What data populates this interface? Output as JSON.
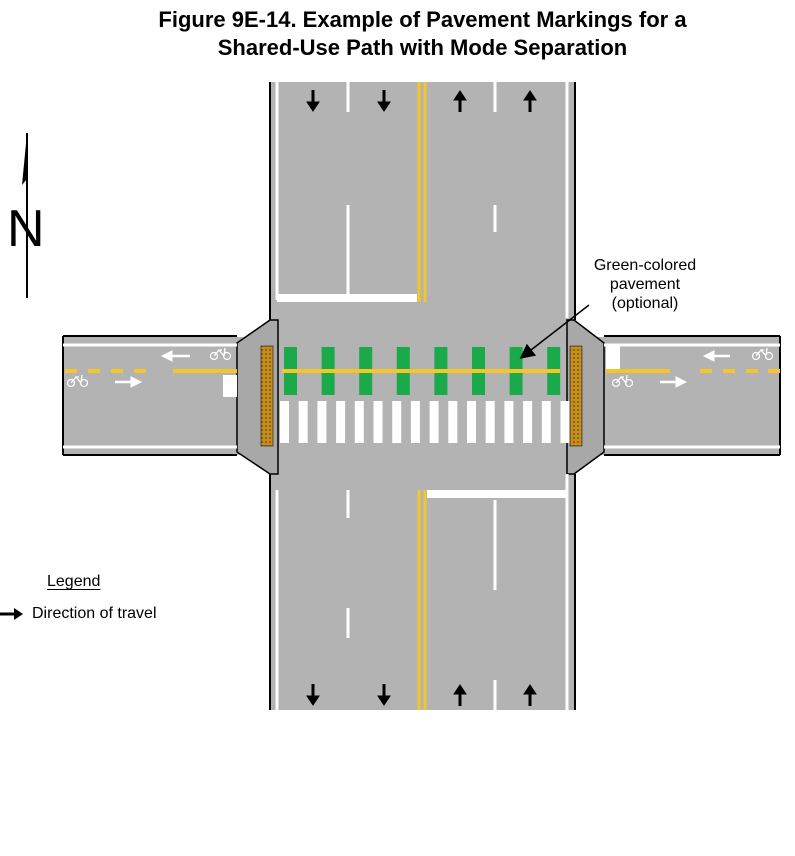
{
  "figure": {
    "title_line1": "Figure 9E-14.  Example of Pavement Markings for a",
    "title_line2": "Shared-Use Path with Mode Separation"
  },
  "north_arrow": {
    "label": "N"
  },
  "callout": {
    "line1": "Green-colored",
    "line2": "pavement",
    "line3": "(optional)"
  },
  "legend": {
    "title": "Legend",
    "items": [
      {
        "label": "Direction of travel",
        "icon": "right-arrow-icon"
      }
    ]
  },
  "colors": {
    "pavement": "#b3b3b3",
    "curb": "#000000",
    "yellow_line": "#f5c52a",
    "white_line": "#ffffff",
    "green_pavement": "#1aaa4a",
    "tactile": "#c48c1c"
  }
}
